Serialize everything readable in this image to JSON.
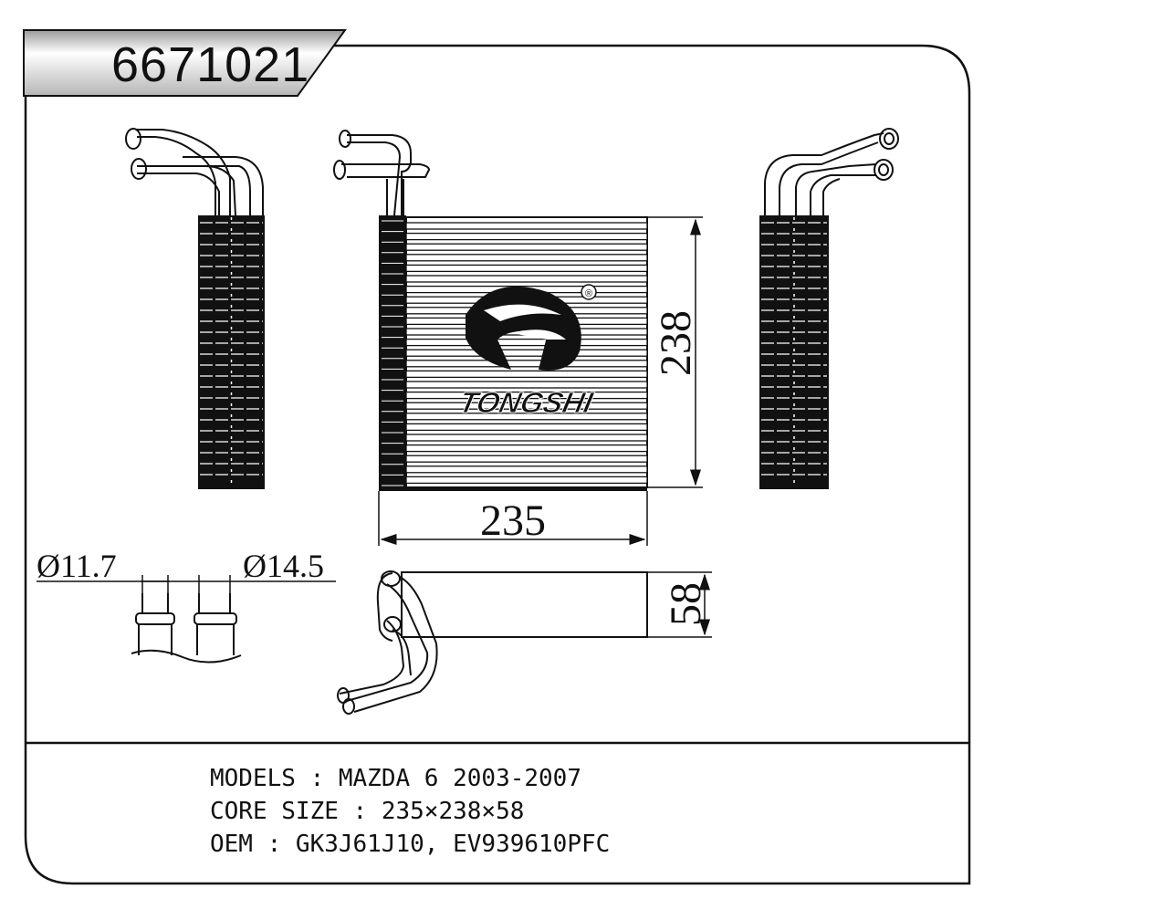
{
  "header": {
    "part_number": "6671021"
  },
  "dimensions": {
    "height": "238",
    "width": "235",
    "depth": "58",
    "pipe_small": "Ø11.7",
    "pipe_large": "Ø14.5"
  },
  "logo": {
    "brand": "TONGSHI",
    "registered_mark": "®"
  },
  "info": {
    "models": "MODELS : MAZDA 6 2003-2007",
    "core_size": "CORE SIZE : 235×238×58",
    "oem": "OEM : GK3J61J10, EV939610PFC"
  },
  "colors": {
    "ink": "#111111",
    "paper": "#ffffff"
  }
}
